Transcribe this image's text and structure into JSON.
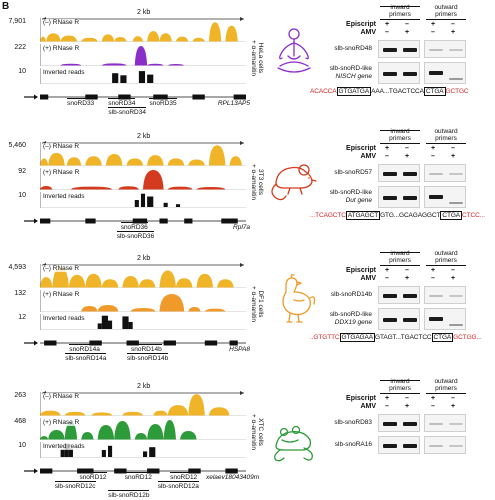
{
  "figure_label": "B",
  "scale_label": "2 kb",
  "rows": [
    {
      "track_max": [
        "7,901",
        "222",
        "10"
      ],
      "track_labels": [
        "(–) RNase R",
        "(+) RNase R",
        "Inverted reads"
      ],
      "track_colors": [
        "#f0b429",
        "#8a2ec9",
        "#111111"
      ],
      "gene_labels": [
        "snoRD33",
        "snoRD34",
        "snoRD35"
      ],
      "slb_label": "slb-snoRD34",
      "gene_name": "RPL13AP5",
      "cell_label": "HeLa cells",
      "treatment": "+ α-amanitin",
      "animal_color": "#8a2ec9",
      "gel_labels": [
        "slb-snoRD48",
        "slb-snoRD-like",
        "NISCH gene"
      ],
      "seq_left_red": "ACACCA",
      "seq_box1": "GTGATGA",
      "seq_mid": "AAA...TGACTCCA",
      "seq_box2": "CTGA",
      "seq_right_red": "GCTGC"
    },
    {
      "track_max": [
        "5,460",
        "92",
        "10"
      ],
      "track_labels": [
        "(–) RNase R",
        "(+) RNase R",
        "Inverted reads"
      ],
      "track_colors": [
        "#f0b429",
        "#d43b1e",
        "#111111"
      ],
      "gene_labels": [
        "snoRD36"
      ],
      "slb_label": "slb-snoRD36",
      "gene_name": "Rpl7a",
      "cell_label": "3T3 cells",
      "treatment": "+ α-amanitin",
      "animal_color": "#d43b1e",
      "gel_labels": [
        "slb-snoRD57",
        "slb-snoRD-like",
        "Dut gene"
      ],
      "seq_left_red": "...TCAGCTC",
      "seq_box1": "ATGAGCT",
      "seq_mid": "GTG...GCAGAGGCT",
      "seq_box2": "CTGA",
      "seq_right_red": "CTCC..."
    },
    {
      "track_max": [
        "4,593",
        "132",
        "12"
      ],
      "track_labels": [
        "(–) RNase R",
        "(+) RNase R",
        "Inverted reads"
      ],
      "track_colors": [
        "#f0b429",
        "#ef9a2a",
        "#111111"
      ],
      "gene_labels": [
        "snoRD14a",
        "snoRD14b"
      ],
      "slb_labels": [
        "slb-snoRD14a",
        "slb-snoRD14b"
      ],
      "gene_name": "HSPA8",
      "cell_label": "DF1 cells",
      "treatment": "+ α-amanitin",
      "animal_color": "#ef9a2a",
      "gel_labels": [
        "slb-snoRD14b",
        "slb-snoRD-like",
        "DDX19 gene"
      ],
      "seq_left_red": "..GTGTTC",
      "seq_box1": "GTGAGAA",
      "seq_mid": "GTAGT...TGACTCC",
      "seq_box2": "CTGA",
      "seq_right_red": "GCTGG..."
    },
    {
      "track_max": [
        "263",
        "468",
        "10"
      ],
      "track_labels": [
        "(–) RNase R",
        "(+) RNase R",
        "Inverted reads"
      ],
      "track_colors": [
        "#f0b429",
        "#2e9b3a",
        "#111111"
      ],
      "gene_labels": [
        "snoRD12",
        "snoRD12",
        "snoRD12"
      ],
      "slb_labels": [
        "slb-snoRD12c",
        "slb-snoRD12b",
        "slb-snoRD12a"
      ],
      "gene_name": "xelaev18043409m",
      "cell_label": "XTC cells",
      "treatment": "+ α-amanitin",
      "animal_color": "#2e9b3a",
      "gel_labels": [
        "slb-snoRD83",
        "slb-snoRA16"
      ]
    }
  ],
  "gel_header": {
    "inward": "inward",
    "outward": "outward",
    "primers": "primers",
    "episcript": "Episcript",
    "amv": "AMV",
    "episcript_signs": [
      "+",
      "–",
      "+",
      "–"
    ],
    "amv_signs": [
      "–",
      "+",
      "–",
      "+"
    ]
  }
}
